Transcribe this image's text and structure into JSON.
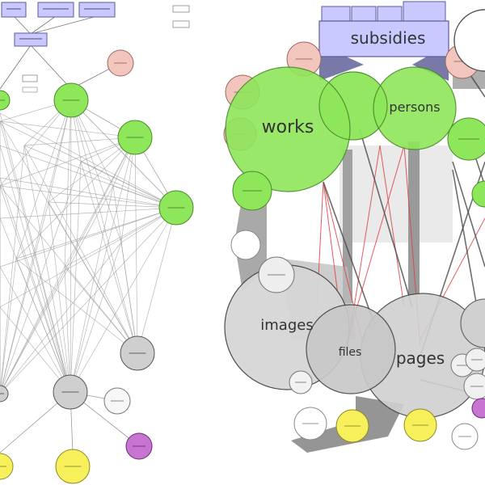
{
  "colors": {
    "green": "#8ee65a",
    "green_stroke": "#4a8a2a",
    "pink": "#f2c6bd",
    "pink_stroke": "#9a6a60",
    "gray": "#cfcfcf",
    "gray_dark": "#b8b8b8",
    "gray_stroke": "#555555",
    "light": "#f7f7f7",
    "yellow": "#f8f05a",
    "yellow_stroke": "#8a8a2a",
    "magenta": "#c874d1",
    "box_fill": "#c9c9ff",
    "box_stroke": "#5a5a9a",
    "red_edge": "#e04040",
    "dark_edge": "#4a4a4a"
  },
  "right_panel": {
    "subsidies_label": "subsidies",
    "works_label": "works",
    "persons_label": "persons",
    "images_label": "images",
    "files_label": "files",
    "pages_label": "pages"
  }
}
